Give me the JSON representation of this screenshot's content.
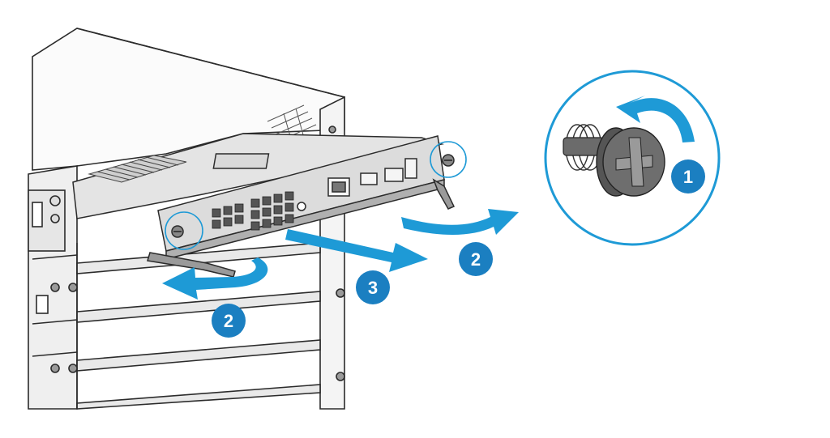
{
  "colors": {
    "accent": "#1e9ad6",
    "badge": "#1b7fc1",
    "line": "#2b2b2b",
    "metal_light": "#f2f2f2",
    "metal_mid": "#c9c9c9",
    "metal_dark": "#7d7d7d"
  },
  "steps": [
    {
      "label": "1",
      "meaning": "loosen-screw"
    },
    {
      "label": "2",
      "meaning": "open-levers"
    },
    {
      "label": "3",
      "meaning": "pull-module-out"
    }
  ],
  "icons": {
    "zoom": "captive-screw-zoom-icon",
    "rotate": "counterclockwise-arrow-icon",
    "lever": "ejector-lever-icon"
  }
}
